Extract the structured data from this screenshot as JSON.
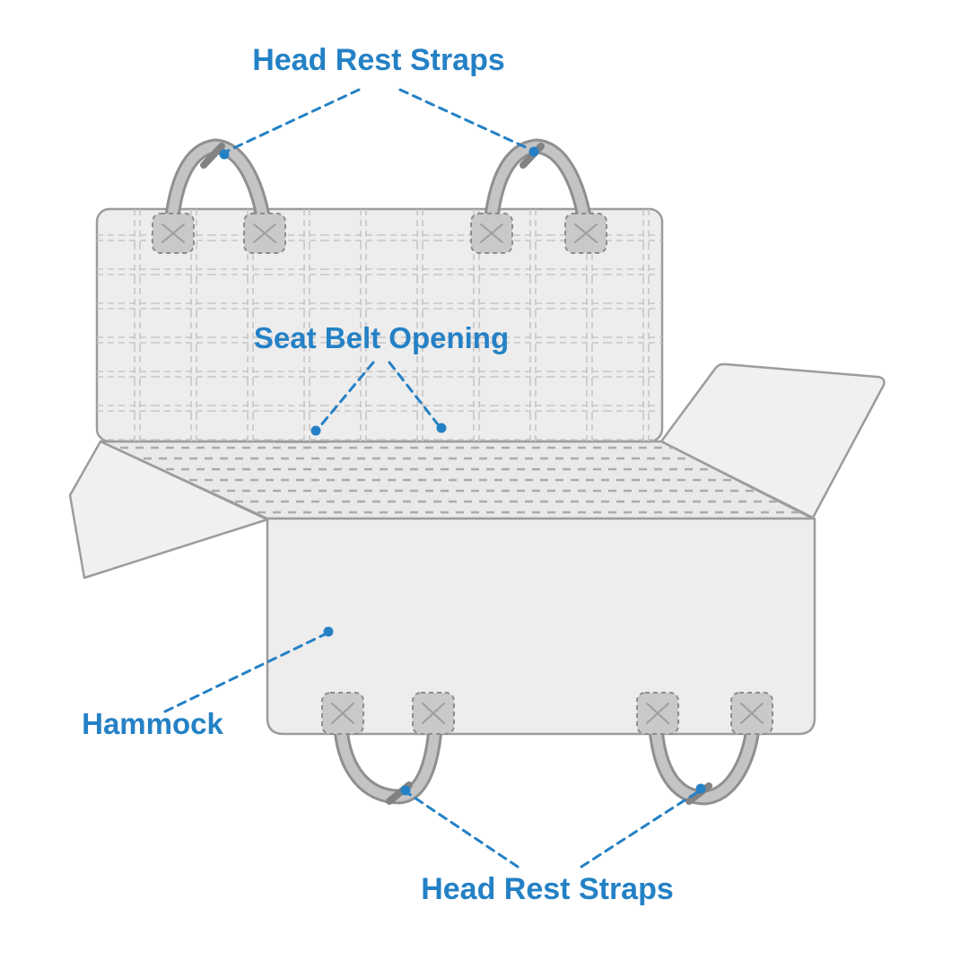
{
  "labels": {
    "head_rest_straps_top": "Head Rest Straps",
    "seat_belt_opening": "Seat Belt Opening",
    "hammock": "Hammock",
    "head_rest_straps_bottom": "Head Rest Straps"
  },
  "colors": {
    "label_blue": "#2481c5",
    "leader_blue": "#2481c5",
    "panel_fill": "#ededed",
    "panel_stroke": "#9c9c9c",
    "strap_fill": "#c4c4c4",
    "strap_stroke": "#8f8f8f"
  }
}
